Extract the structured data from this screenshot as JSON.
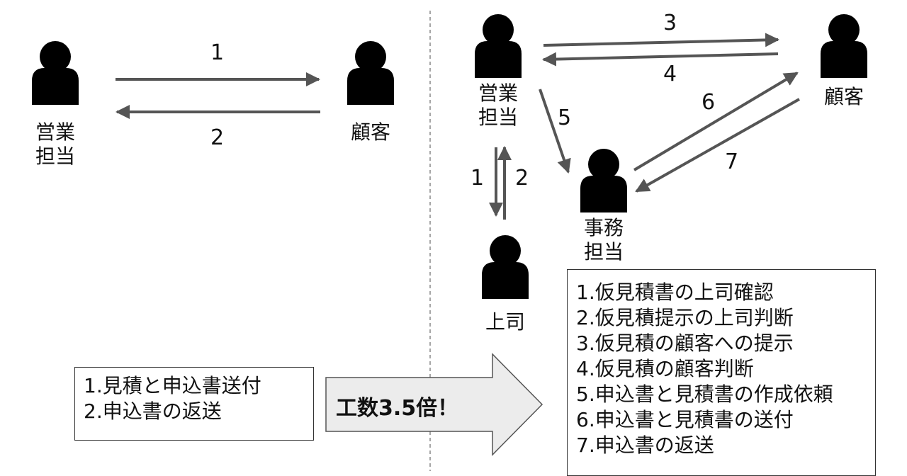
{
  "left": {
    "sales_rep": [
      "営業",
      "担当"
    ],
    "customer": "顧客",
    "arrow_labels": [
      "1",
      "2"
    ],
    "steps": [
      "1.見積と申込書送付",
      "2.申込書の返送"
    ]
  },
  "middle_arrow": {
    "label": "工数3.5倍！"
  },
  "right": {
    "sales_rep": [
      "営業",
      "担当"
    ],
    "customer": "顧客",
    "office_staff": [
      "事務",
      "担当"
    ],
    "boss": "上司",
    "arrow_labels": [
      "1",
      "2",
      "3",
      "4",
      "5",
      "6",
      "7"
    ],
    "steps": [
      "1.仮見積書の上司確認",
      "2.仮見積提示の上司判断",
      "3.仮見積の顧客への提示",
      "4.仮見積の顧客判断",
      "5.申込書と見積書の作成依頼",
      "6.申込書と見積書の送付",
      "7.申込書の返送"
    ]
  }
}
